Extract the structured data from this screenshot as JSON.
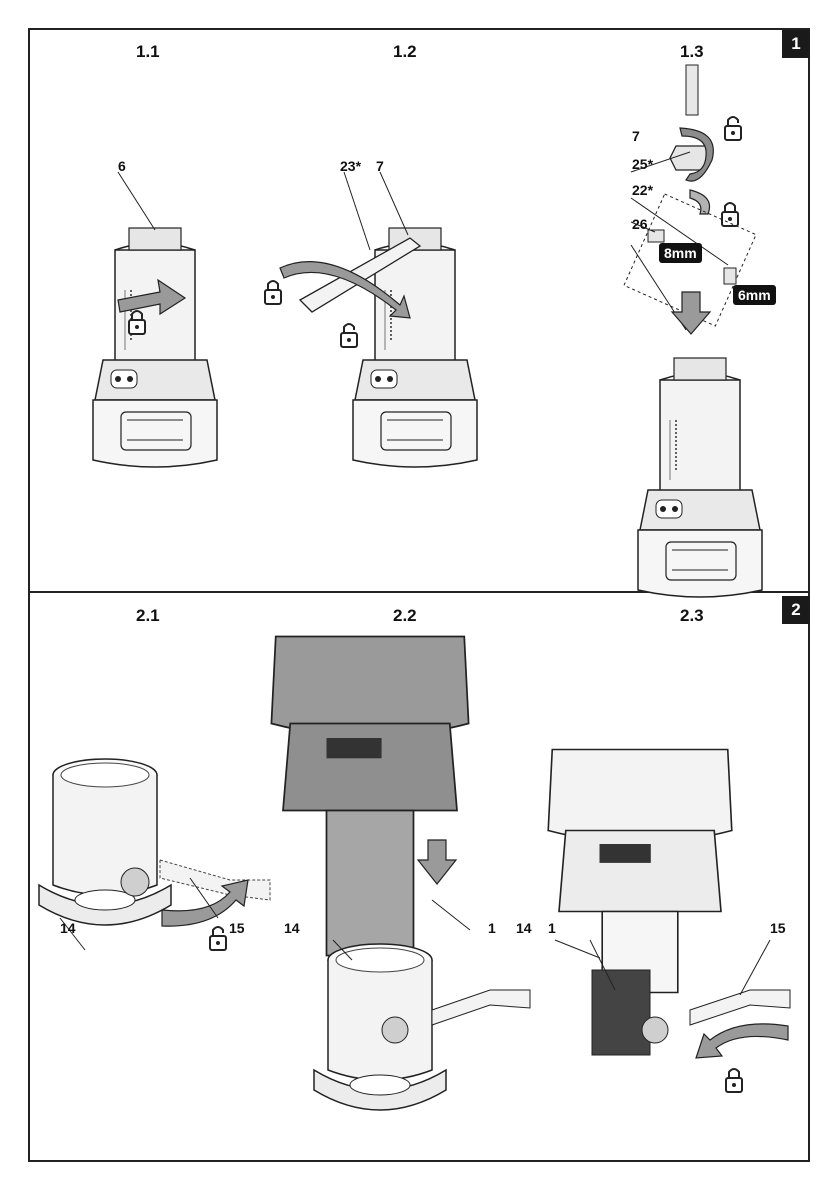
{
  "figures": [
    {
      "number": "1",
      "steps": [
        "1.1",
        "1.2",
        "1.3"
      ]
    },
    {
      "number": "2",
      "steps": [
        "2.1",
        "2.2",
        "2.3"
      ]
    }
  ],
  "callouts": {
    "f11_6": "6",
    "f12_23": "23*",
    "f12_7": "7",
    "f13_7": "7",
    "f13_25": "25*",
    "f13_22": "22*",
    "f13_26": "26",
    "f21_14": "14",
    "f21_15": "15",
    "f22_14": "14",
    "f22_1": "1",
    "f23_14": "14",
    "f23_1": "1",
    "f23_15": "15"
  },
  "badges": {
    "eight": "8mm",
    "six": "6mm"
  },
  "colors": {
    "line": "#222222",
    "tool_fill": "#f2f2f2",
    "tool_dark": "#8c8c8c",
    "arrow": "#9a9a9a",
    "badge_bg": "#111111"
  },
  "icons": [
    "lock-icon",
    "unlock-icon",
    "arrow-icon"
  ]
}
